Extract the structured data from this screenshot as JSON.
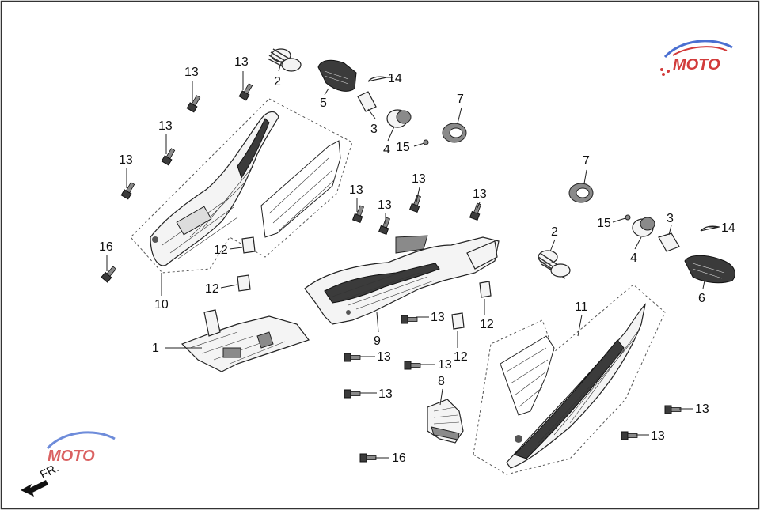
{
  "callouts": {
    "c1": "1",
    "c2a": "2",
    "c2b": "2",
    "c3a": "3",
    "c3b": "3",
    "c4a": "4",
    "c4b": "4",
    "c5": "5",
    "c6": "6",
    "c7a": "7",
    "c7b": "7",
    "c8": "8",
    "c9": "9",
    "c10": "10",
    "c11": "11",
    "c12a": "12",
    "c12b": "12",
    "c12c": "12",
    "c12d": "12",
    "c13a": "13",
    "c13b": "13",
    "c13c": "13",
    "c13d": "13",
    "c13e": "13",
    "c13f": "13",
    "c13g": "13",
    "c13h": "13",
    "c13i": "13",
    "c13j": "13",
    "c13k": "13",
    "c13l": "13",
    "c13m": "13",
    "c13n": "13",
    "c14a": "14",
    "c14b": "14",
    "c15a": "15",
    "c15b": "15",
    "c16a": "16",
    "c16b": "16"
  },
  "direction_label": "FR.",
  "watermark": "MOTO",
  "colors": {
    "line": "#222222",
    "watermark_red": "#d23b3b",
    "watermark_blue": "#4a6fd1"
  }
}
